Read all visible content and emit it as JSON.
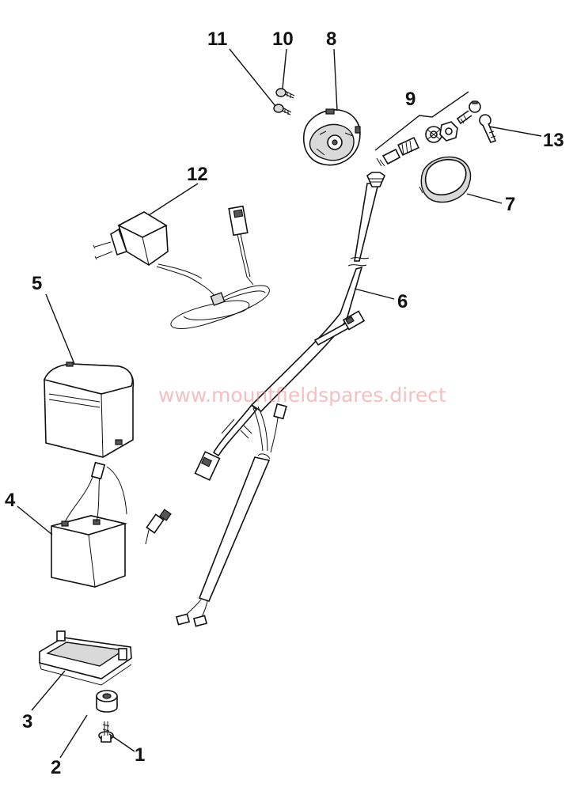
{
  "callouts": [
    "1",
    "2",
    "3",
    "4",
    "5",
    "6",
    "7",
    "8",
    "9",
    "10",
    "11",
    "12",
    "13"
  ],
  "watermark": "www.mountfieldspares.direct"
}
